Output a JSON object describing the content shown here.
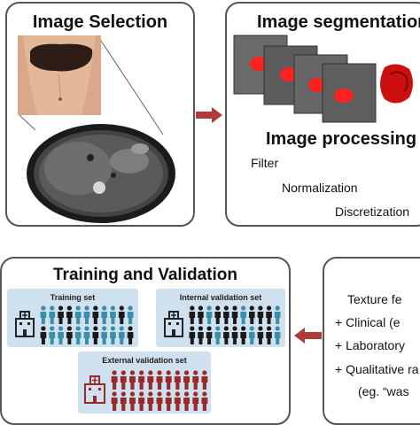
{
  "image_selection": {
    "title": "Image Selection"
  },
  "image_segmentation": {
    "title": "Image segmentation"
  },
  "image_processing": {
    "title": "Image processing",
    "steps": [
      "Filter",
      "Normalization",
      "Discretization"
    ]
  },
  "training_validation": {
    "title": "Training and Validation",
    "sets": {
      "training": "Training set",
      "internal": "Internal validation set",
      "external": "External validation set"
    }
  },
  "features": {
    "lines": [
      "Texture fe",
      "+ Clinical (e",
      "+ Laboratory",
      "+ Qualitative ra",
      "(eg. “was"
    ]
  },
  "colors": {
    "arrow": "#b03a3a",
    "teal": "#3a8fa8",
    "black": "#1a1a1a",
    "red_person": "#9a2a2a",
    "panel": "#cfe0ee"
  }
}
